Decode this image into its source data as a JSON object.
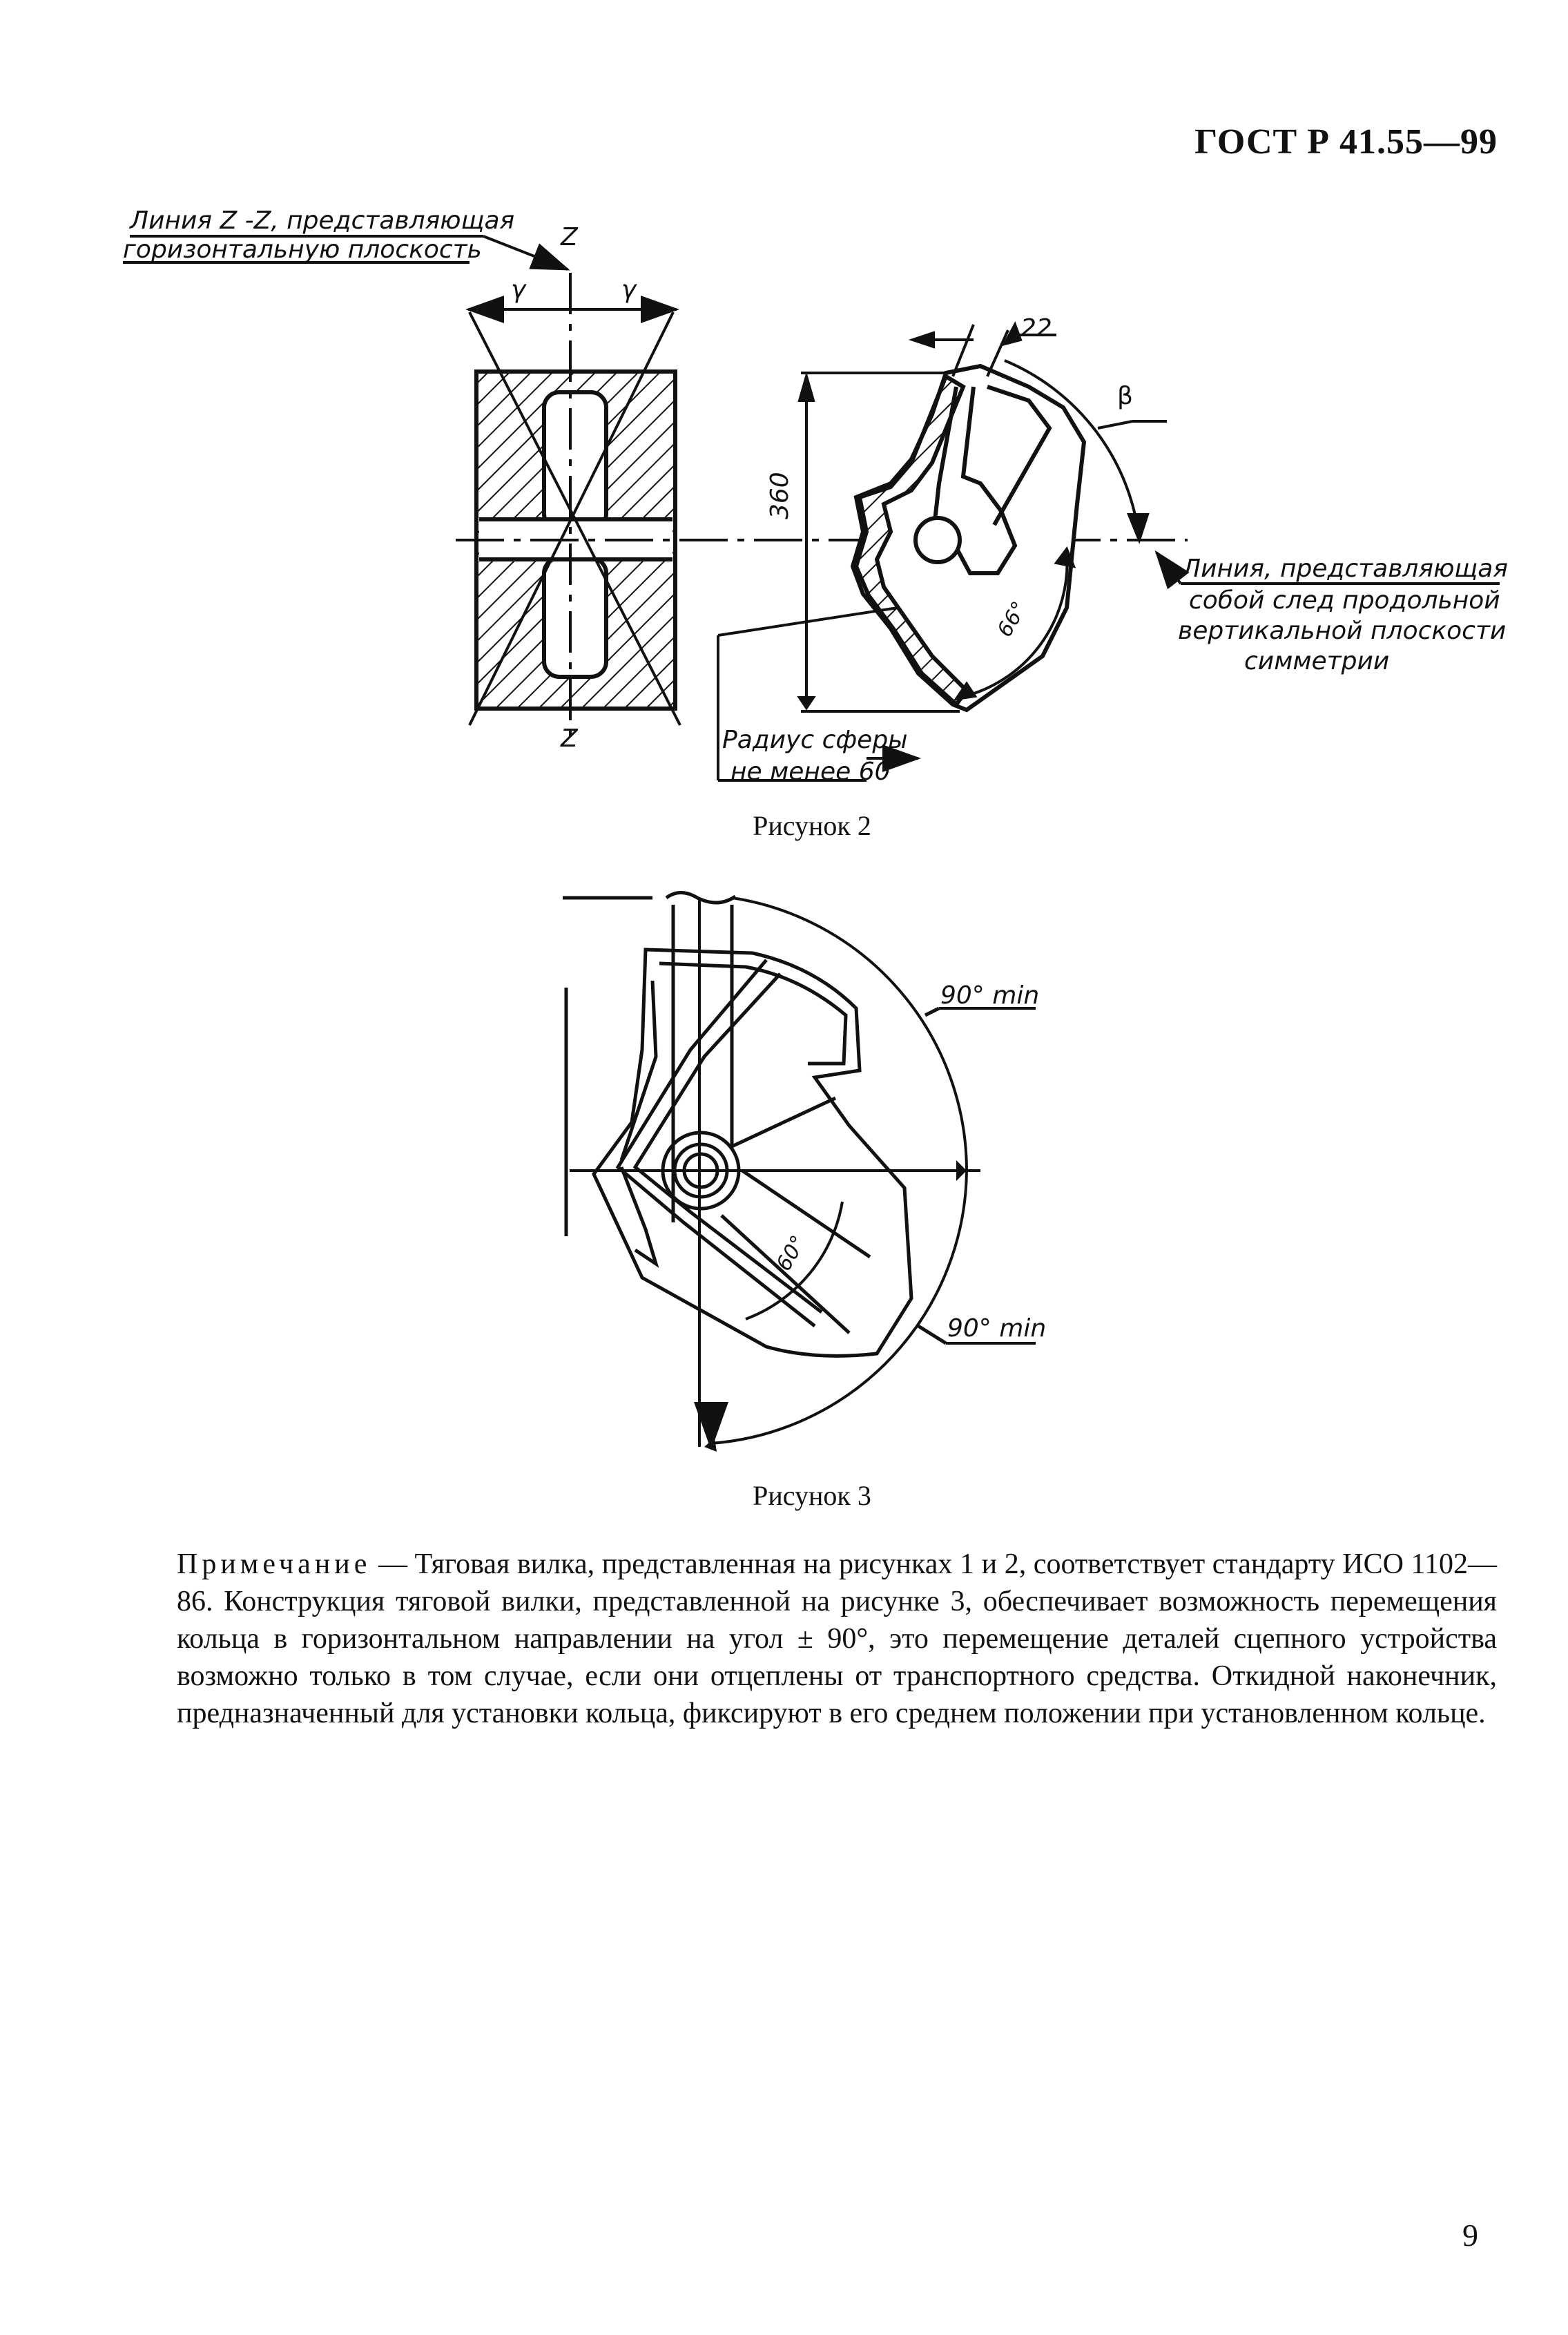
{
  "header": {
    "doc_code": "ГОСТ Р 41.55—99"
  },
  "figure2": {
    "label_zz_line1": "Линия Z -Z, представляющая",
    "label_zz_line2": "горизонтальную плоскость",
    "z_top": "Z",
    "z_bottom": "Z",
    "gamma": "γ",
    "beta": "β",
    "dim_22": "22",
    "dim_360": "360",
    "angle_66": "66°",
    "sphere_line1": "Радиус сферы",
    "sphere_line2": "не менее 60",
    "vert_line1": "Линия, представляющая",
    "vert_line2": "собой след продольной",
    "vert_line3": "вертикальной плоскости",
    "vert_line4": "симметрии",
    "caption": "Рисунок 2"
  },
  "figure3": {
    "angle_top": "90° min",
    "angle_bottom": "90° min",
    "angle_60": "60°",
    "caption": "Рисунок 3"
  },
  "note": {
    "prefix": "Примечание",
    "text": " — Тяговая вилка, представленная на рисунках 1 и 2, соответствует стандарту ИСО 1102—86. Конструкция тяговой вилки, представленной на рисунке 3, обеспечивает возможность перемещения кольца в горизонтальном направлении на угол ± 90°, это перемещение деталей сцепного устройства возможно только в том случае, если они отцеплены от транспортного средства. Откидной наконечник, предназначенный для установки кольца, фиксируют в его среднем положении при установленном кольце."
  },
  "page": {
    "number": "9"
  }
}
